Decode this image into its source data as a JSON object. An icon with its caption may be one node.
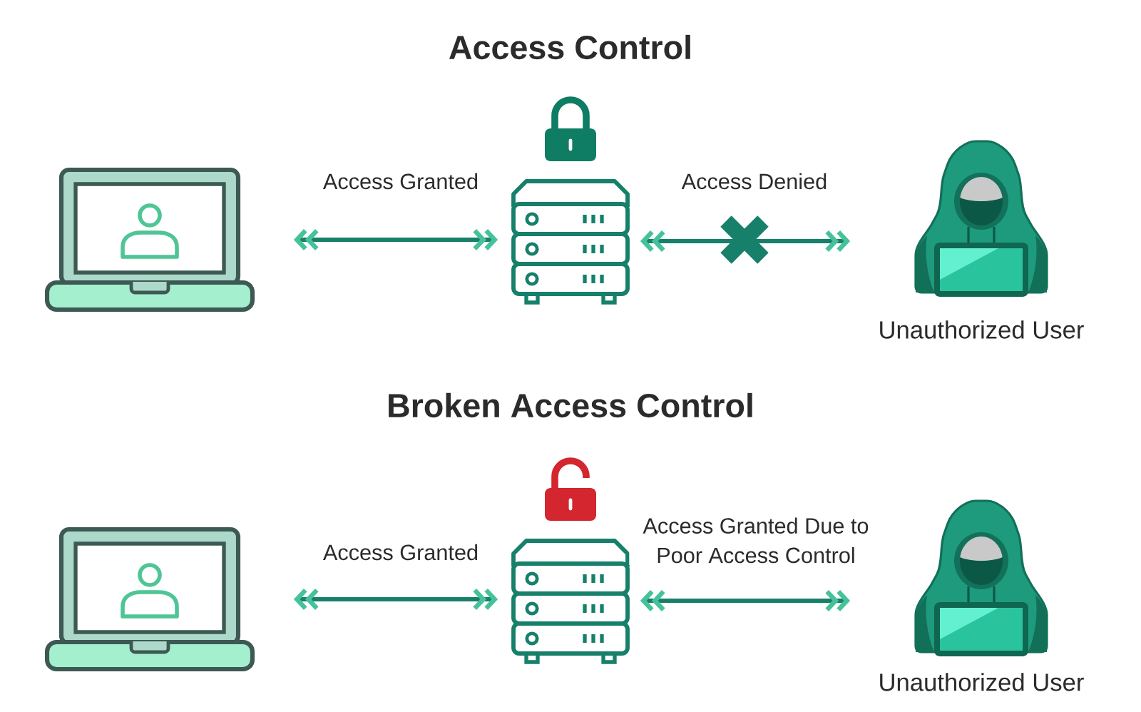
{
  "diagram": {
    "nodes": [
      {
        "text": [],
        "shape": "picture"
      },
      {
        "text": [],
        "shape": "picture"
      },
      {
        "text": [],
        "shape": "picture",
        "beside": [
          "Unauthorized User"
        ]
      },
      {
        "text": [],
        "shape": "picture"
      },
      {
        "text": [],
        "shape": "picture"
      },
      {
        "text": [],
        "shape": "picture",
        "beside": [
          "Unauthorized User"
        ]
      }
    ],
    "edges": [
      {
        "from": 0,
        "to": 1,
        "arrow": "both",
        "label": "Access Granted"
      },
      {
        "from": 1,
        "to": 2,
        "arrow": "both",
        "label": "Access Denied"
      },
      {
        "from": 3,
        "to": 4,
        "arrow": "both",
        "label": "Access Granted"
      },
      {
        "from": 4,
        "to": 5,
        "arrow": "both",
        "label": "Access Granted Due to Poor Access Control"
      }
    ],
    "labels": [
      "Access Control",
      "Broken Access Control"
    ]
  }
}
